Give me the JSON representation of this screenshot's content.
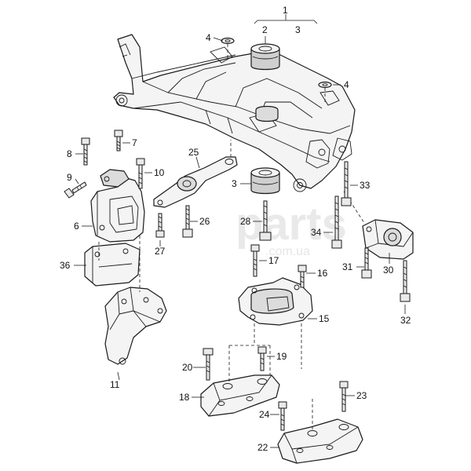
{
  "watermark": {
    "main": "parts",
    "small": ".com.ua"
  },
  "callouts": {
    "c1": "1",
    "c2": "2",
    "c3": "3",
    "c3b": "3",
    "c4a": "4",
    "c4b": "4",
    "c6": "6",
    "c7": "7",
    "c8": "8",
    "c9": "9",
    "c10": "10",
    "c11": "11",
    "c15": "15",
    "c16": "16",
    "c17": "17",
    "c18": "18",
    "c19": "19",
    "c20": "20",
    "c22": "22",
    "c23": "23",
    "c24": "24",
    "c25": "25",
    "c26": "26",
    "c27": "27",
    "c28": "28",
    "c30": "30",
    "c31": "31",
    "c32": "32",
    "c33": "33",
    "c34": "34",
    "c36": "36"
  }
}
